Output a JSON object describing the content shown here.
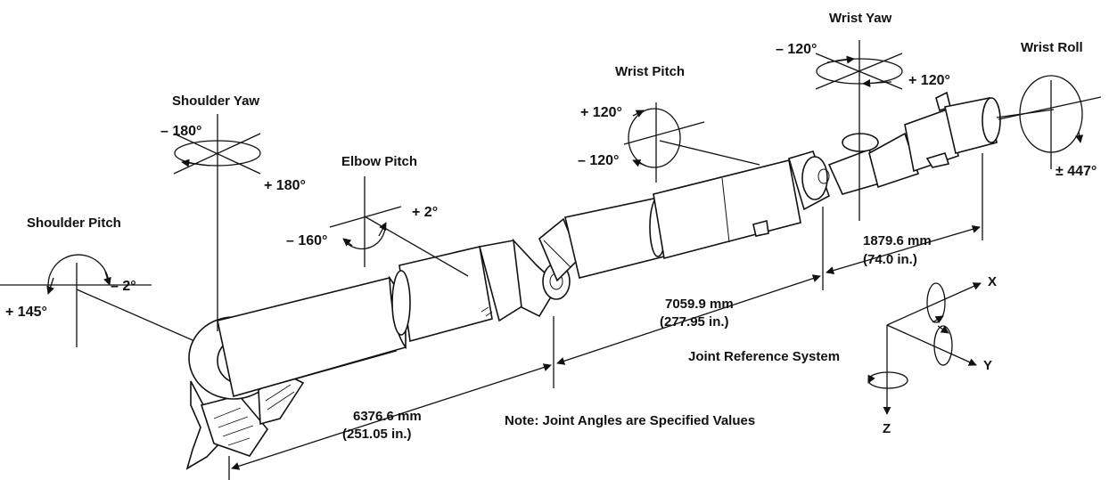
{
  "joints": {
    "shoulder_yaw": {
      "label": "Shoulder Yaw",
      "neg": "– 180°",
      "pos": "+ 180°"
    },
    "shoulder_pitch": {
      "label": "Shoulder Pitch",
      "neg": "– 2°",
      "pos": "+ 145°"
    },
    "elbow_pitch": {
      "label": "Elbow Pitch",
      "neg": "– 160°",
      "pos": "+ 2°"
    },
    "wrist_pitch": {
      "label": "Wrist Pitch",
      "pos": "+ 120°",
      "neg": "– 120°"
    },
    "wrist_yaw": {
      "label": "Wrist Yaw",
      "neg": "– 120°",
      "pos": "+ 120°"
    },
    "wrist_roll": {
      "label": "Wrist Roll",
      "range": "± 447°"
    }
  },
  "dimensions": {
    "upper_arm": {
      "mm": "6376.6 mm",
      "in": "(251.05 in.)"
    },
    "lower_arm": {
      "mm": "7059.9 mm",
      "in": "(277.95 in.)"
    },
    "wrist": {
      "mm": "1879.6 mm",
      "in": "(74.0 in.)"
    }
  },
  "reference": {
    "label": "Joint Reference System",
    "x": "X",
    "y": "Y",
    "z": "Z"
  },
  "note": "Note:  Joint Angles are Specified Values"
}
